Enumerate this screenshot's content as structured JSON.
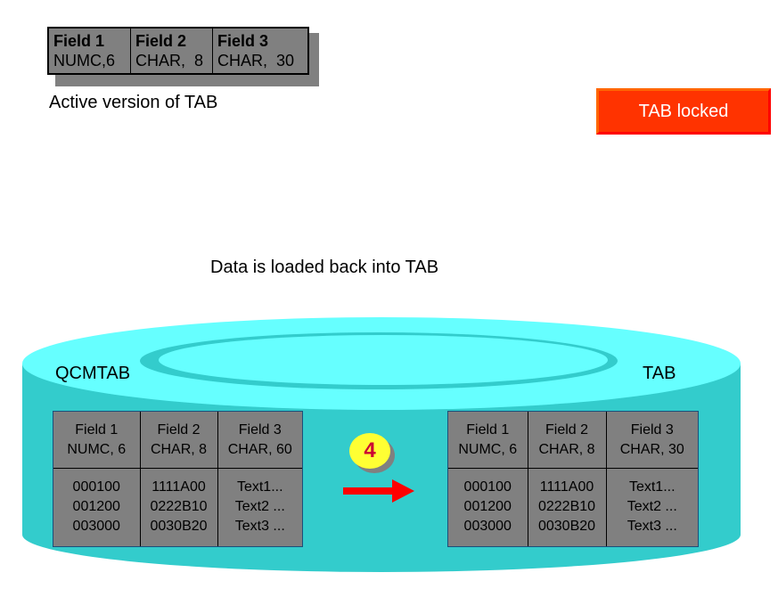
{
  "active_version": {
    "columns": [
      {
        "name": "Field 1",
        "type": "NUMC,6"
      },
      {
        "name": "Field 2",
        "type": "CHAR,  8"
      },
      {
        "name": "Field 3",
        "type": "CHAR,  30"
      }
    ],
    "caption": "Active version of TAB"
  },
  "status_badge": {
    "label": "TAB locked",
    "color": "#ff3300"
  },
  "step_caption": "Data is loaded back into TAB",
  "database": {
    "colors": {
      "top": "#66ffff",
      "side": "#33cccc"
    },
    "source": {
      "label": "QCMTAB",
      "columns": [
        {
          "name": "Field 1",
          "type": "NUMC, 6"
        },
        {
          "name": "Field 2",
          "type": "CHAR, 8"
        },
        {
          "name": "Field 3",
          "type": "CHAR, 60"
        }
      ],
      "rows": [
        [
          "000100",
          "1111A00",
          "Text1..."
        ],
        [
          "001200",
          "0222B10",
          "Text2 ..."
        ],
        [
          "003000",
          "0030B20",
          "Text3 ..."
        ]
      ]
    },
    "target": {
      "label": "TAB",
      "columns": [
        {
          "name": "Field 1",
          "type": "NUMC, 6"
        },
        {
          "name": "Field 2",
          "type": "CHAR, 8"
        },
        {
          "name": "Field 3",
          "type": "CHAR, 30"
        }
      ],
      "rows": [
        [
          "000100",
          "1111A00",
          "Text1..."
        ],
        [
          "001200",
          "0222B10",
          "Text2 ..."
        ],
        [
          "003000",
          "0030B20",
          "Text3 ..."
        ]
      ]
    }
  },
  "step": {
    "number": "4",
    "arrow": "right-arrow"
  }
}
